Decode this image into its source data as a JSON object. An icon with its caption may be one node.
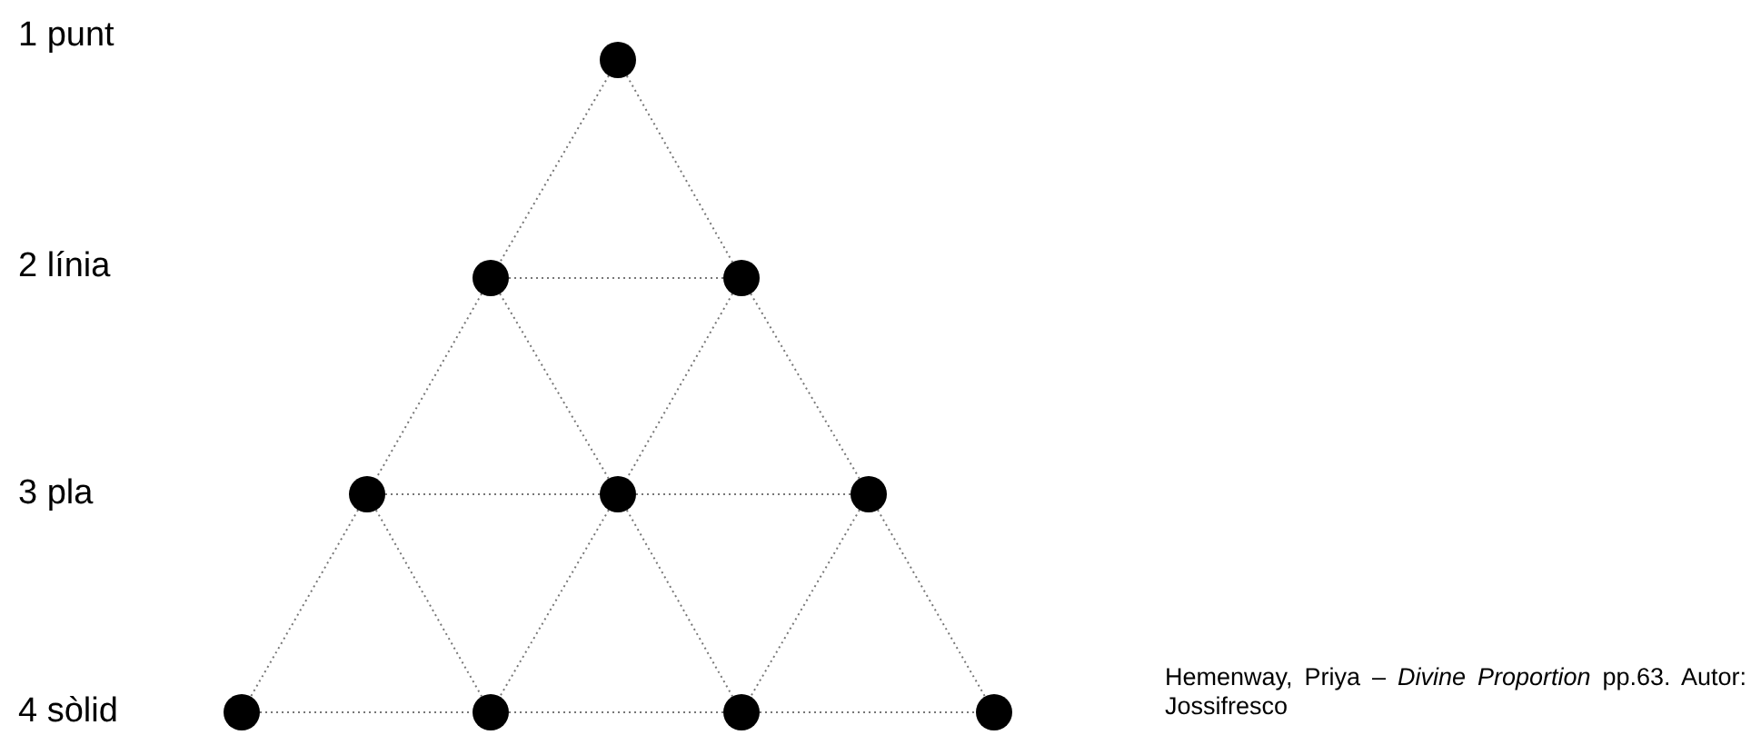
{
  "diagram": {
    "caption": "Hemenway, Priya – *Divine Proportion* pp.63. Autor: Jossifresco",
    "nodes": [
      {
        "text": [],
        "shape": "circle"
      },
      {
        "text": [],
        "shape": "circle"
      },
      {
        "text": [],
        "shape": "circle"
      },
      {
        "text": [],
        "shape": "circle"
      },
      {
        "text": [],
        "shape": "circle"
      },
      {
        "text": [],
        "shape": "circle"
      },
      {
        "text": [],
        "shape": "circle"
      },
      {
        "text": [],
        "shape": "circle"
      },
      {
        "text": [],
        "shape": "circle"
      },
      {
        "text": [],
        "shape": "circle"
      }
    ],
    "edges": [
      {
        "from": 0,
        "to": 1,
        "arrow": "none"
      },
      {
        "from": 0,
        "to": 2,
        "arrow": "none"
      },
      {
        "from": 1,
        "to": 2,
        "arrow": "none"
      },
      {
        "from": 1,
        "to": 3,
        "arrow": "none"
      },
      {
        "from": 1,
        "to": 4,
        "arrow": "none"
      },
      {
        "from": 2,
        "to": 4,
        "arrow": "none"
      },
      {
        "from": 2,
        "to": 5,
        "arrow": "none"
      },
      {
        "from": 3,
        "to": 4,
        "arrow": "none"
      },
      {
        "from": 4,
        "to": 5,
        "arrow": "none"
      },
      {
        "from": 3,
        "to": 6,
        "arrow": "none"
      },
      {
        "from": 3,
        "to": 7,
        "arrow": "none"
      },
      {
        "from": 4,
        "to": 7,
        "arrow": "none"
      },
      {
        "from": 4,
        "to": 8,
        "arrow": "none"
      },
      {
        "from": 5,
        "to": 8,
        "arrow": "none"
      },
      {
        "from": 5,
        "to": 9,
        "arrow": "none"
      },
      {
        "from": 6,
        "to": 7,
        "arrow": "none"
      },
      {
        "from": 7,
        "to": 8,
        "arrow": "none"
      },
      {
        "from": 8,
        "to": 9,
        "arrow": "none"
      }
    ],
    "labels": [
      "1 punt",
      "2 línia",
      "3 pla",
      "4 sòlid"
    ]
  }
}
